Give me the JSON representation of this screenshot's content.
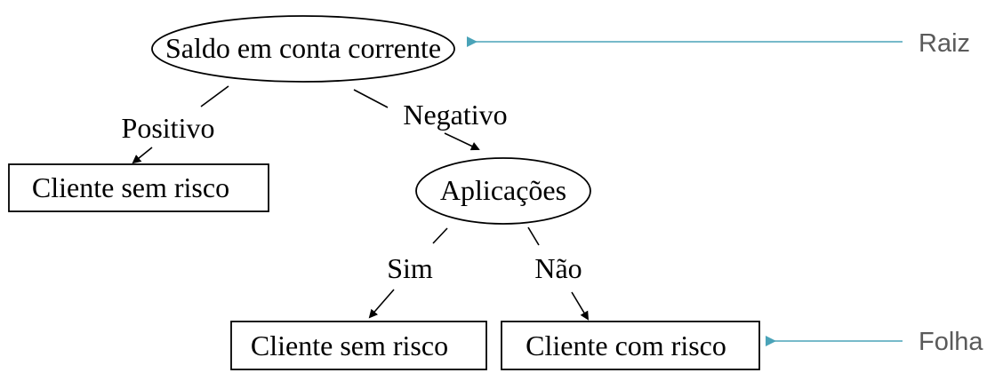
{
  "nodes": {
    "root": "Saldo em conta corrente",
    "aplicacoes": "Aplicações",
    "leaf_left": "Cliente sem risco",
    "leaf_sim": "Cliente sem risco",
    "leaf_nao": "Cliente com risco"
  },
  "edges": {
    "positivo": "Positivo",
    "negativo": "Negativo",
    "sim": "Sim",
    "nao": "Não"
  },
  "annotations": {
    "raiz": "Raiz",
    "folha": "Folha"
  },
  "colors": {
    "pointer": "#4aa3b8",
    "annotation_text": "#5a5a5a"
  }
}
